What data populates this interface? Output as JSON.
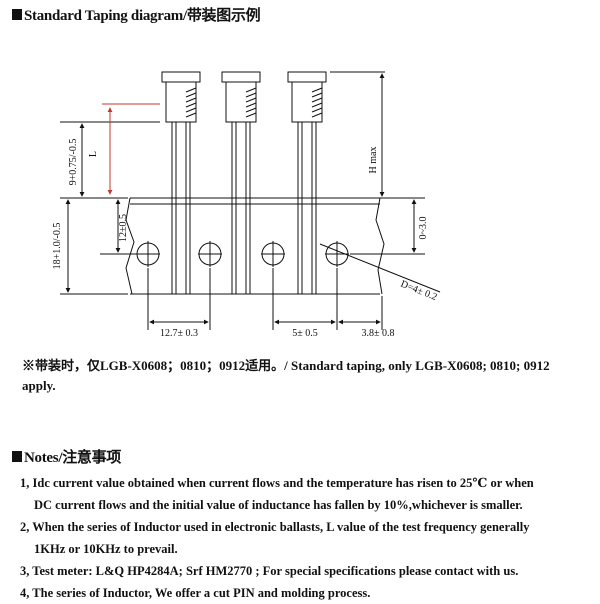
{
  "taping_section": {
    "heading": "Standard Taping diagram/带装图示例"
  },
  "diagram": {
    "dim_pitch_first": "12.7± 0.3",
    "dim_pitch": "5± 0.5",
    "dim_edge": "3.8± 0.8",
    "dim_total_height": "18+1.0/-0.5",
    "dim_lead_upper": "9+0.75/-0.5",
    "dim_lead_label": "L",
    "dim_tape_width": "12±0.5",
    "dim_h_max": "H max",
    "dim_hole_offset": "0~3.0",
    "dim_hole_dia": "D=4± 0.2"
  },
  "taping_note": {
    "line1": "※带装时，仅LGB-X0608；0810；0912适用。/ Standard taping, only LGB-X0608; 0810; 0912",
    "line2": "apply."
  },
  "notes_section": {
    "heading": "Notes/注意事项",
    "items": [
      {
        "line1": "1, Idc current value obtained when current flows and the temperature has risen to 25℃ or when",
        "line2": "DC current flows and the initial value of inductance has fallen by 10%,whichever is smaller."
      },
      {
        "line1": "2, When the series of Inductor used in electronic ballasts, L value of the test frequency generally",
        "line2": "1KHz or 10KHz to prevail."
      },
      {
        "line1": "3, Test meter: L&Q  HP4284A;  Srf  HM2770 ; For special specifications please contact with us."
      },
      {
        "line1": "4, The series of Inductor, We offer a cut PIN and molding process."
      }
    ]
  }
}
